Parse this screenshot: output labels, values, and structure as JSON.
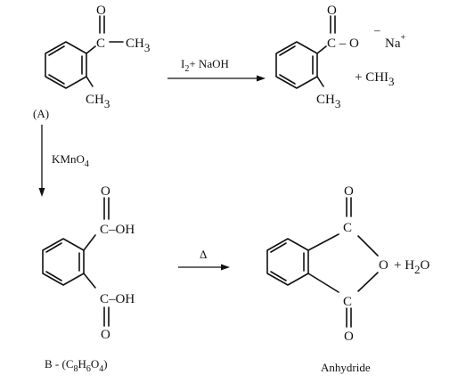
{
  "compound_a": {
    "ketone_o": "O",
    "ketone_c": "C",
    "acetyl_ch3": "CH",
    "acetyl_ch3_sub": "3",
    "ring_ch3": "CH",
    "ring_ch3_sub": "3",
    "label": "(A)"
  },
  "reagent_1": {
    "i": "I",
    "i_sub": "2",
    "rest": "+ NaOH"
  },
  "product_1": {
    "carbonyl_o": "O",
    "carboxylate": "C – O",
    "minus": "–",
    "na": "Na",
    "plus": "+",
    "ring_ch3": "CH",
    "ring_ch3_sub": "3",
    "iodoform": "+ CHI",
    "iodoform_sub": "3"
  },
  "reagent_2": {
    "kmno": "KMnO",
    "kmno_sub": "4"
  },
  "compound_b": {
    "top_o": "O",
    "top_cooh": "C–OH",
    "bottom_cooh": "C–OH",
    "bottom_o": "O",
    "label_start": "B - (C",
    "s1": "8",
    "h": "H",
    "s2": "6",
    "o": "O",
    "s3": "4",
    "label_end": ")"
  },
  "reagent_3": {
    "delta": "Δ"
  },
  "anhydride": {
    "top_o": "O",
    "top_c": "C",
    "bridge_o": "O",
    "water_plus": "+ H",
    "water_sub": "2",
    "water_o": "O",
    "bottom_c": "C",
    "bottom_o": "O",
    "label": "Anhydride"
  }
}
